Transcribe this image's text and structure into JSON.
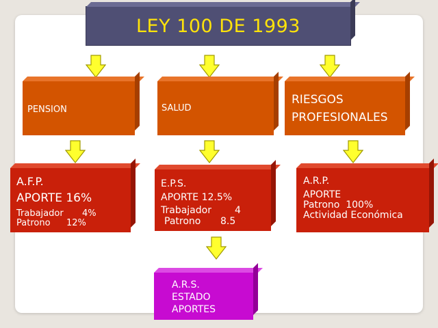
{
  "title": "LEY 100 DE 1993",
  "categories": {
    "pension": "PENSION",
    "salud": "SALUD",
    "riesgos_line1": "RIESGOS",
    "riesgos_line2": "PROFESIONALES"
  },
  "afp": {
    "name": "A.F.P.",
    "aporte": "APORTE 16%",
    "trabajador_label": "Trabajador",
    "trabajador_value": "4%",
    "patrono_label": "Patrono",
    "patrono_value": "12%"
  },
  "eps": {
    "name": "E.P.S.",
    "aporte": "APORTE 12.5%",
    "trabajador_label": "Trabajador",
    "trabajador_value": "4",
    "patrono_label": "Patrono",
    "patrono_value": "8.5"
  },
  "arp": {
    "name": "A.R.P.",
    "aporte": "APORTE",
    "patrono": "Patrono  100%",
    "actividad": "Actividad Económica"
  },
  "ars": {
    "name": "A.R.S.",
    "line1": "ESTADO",
    "line2": "APORTES"
  },
  "colors": {
    "title_bg": "#4f4f74",
    "title_text": "#ffe30a",
    "category_bg": "#d35400",
    "detail_bg": "#c9200a",
    "ars_bg": "#c70bd1",
    "arrow": "#ffff2e"
  }
}
